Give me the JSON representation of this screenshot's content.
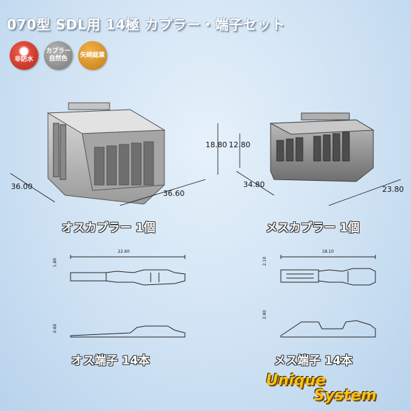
{
  "title": "070型 SDL用 14極 カプラー・端子セット",
  "badges": [
    {
      "line1": "非防水",
      "line2": "",
      "color": "#cc3a2b",
      "icon": "sun-icon"
    },
    {
      "line1": "カプラー",
      "line2": "自然色",
      "color": "#8a8a8a",
      "icon": ""
    },
    {
      "line1": "矢崎総業",
      "line2": "",
      "color": "#e0962a",
      "icon": ""
    }
  ],
  "male_coupler": {
    "caption": "オスカプラー 1個",
    "dims": {
      "width": "36.00",
      "depth": "36.60",
      "height": "18.80"
    }
  },
  "female_coupler": {
    "caption": "メスカプラー 1個",
    "dims": {
      "width": "34.80",
      "depth": "23.80",
      "height": "12.80"
    }
  },
  "male_terminal": {
    "caption": "オス端子 14本",
    "dims": {
      "length": "22.60",
      "height": "1.80",
      "height2": "0.60"
    }
  },
  "female_terminal": {
    "caption": "メス端子 14本",
    "dims": {
      "length": "18.10",
      "height": "2.10",
      "height2": "2.80"
    }
  },
  "logo": {
    "line1": "Unique",
    "line2": "System"
  }
}
